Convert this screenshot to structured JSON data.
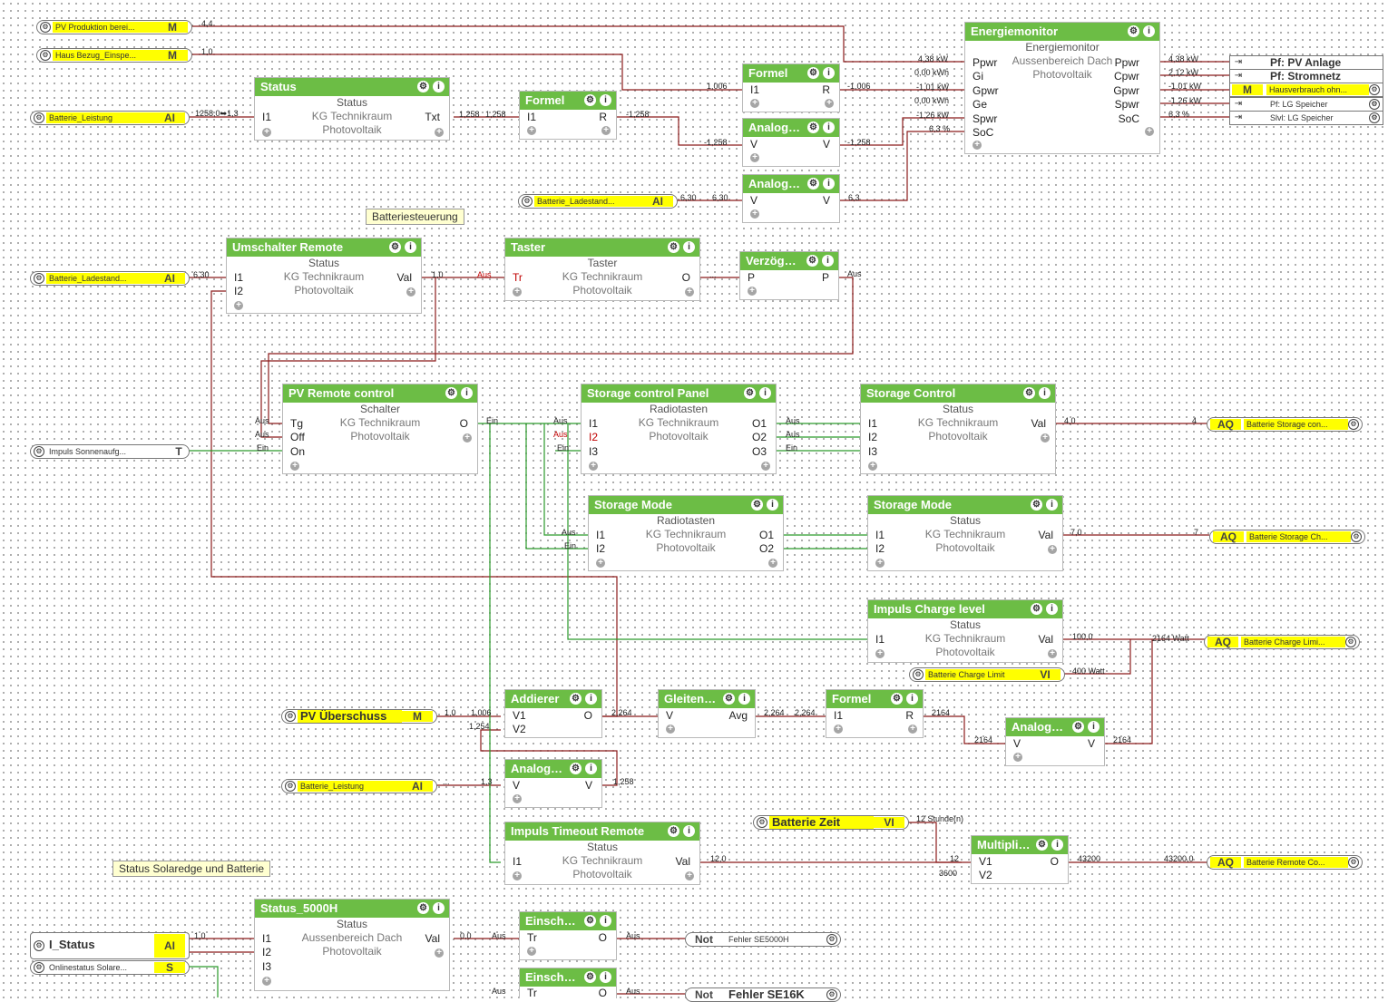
{
  "inputs": [
    {
      "name": "PV Produktion berei...",
      "tag": "M"
    },
    {
      "name": "Haus Bezug_Einspe...",
      "tag": "M"
    },
    {
      "name": "Batterie_Leistung",
      "tag": "AI"
    },
    {
      "name": "Batterie_Ladestand...",
      "tag": "AI"
    },
    {
      "name": "Batterie_Ladestand...",
      "tag": "AI"
    },
    {
      "name": "Impuls Sonnenaufg...",
      "tag": "T"
    },
    {
      "name": "PV Überschuss",
      "tag": "M"
    },
    {
      "name": "Batterie_Leistung",
      "tag": "AI"
    },
    {
      "name": "Batterie Zeit",
      "tag": "VI"
    },
    {
      "name": "Batterie Charge Limit",
      "tag": "VI"
    },
    {
      "name": "I_Status",
      "tag": "AI"
    },
    {
      "name": "Onlinestatus Solare...",
      "tag": "S"
    }
  ],
  "outputs": [
    {
      "tag": "AQ",
      "name": "Batterie Storage con..."
    },
    {
      "tag": "AQ",
      "name": "Batterie Storage Ch..."
    },
    {
      "tag": "AQ",
      "name": "Batterie Charge Limi..."
    },
    {
      "tag": "AQ",
      "name": "Batterie Remote Co..."
    },
    {
      "tag": "Not",
      "name": "Fehler SE5000H"
    },
    {
      "tag": "Not",
      "name": "Fehler SE16K"
    }
  ],
  "pf_outputs": [
    {
      "name": "Pf: PV Anlage"
    },
    {
      "name": "Pf: Stromnetz"
    },
    {
      "tag": "M",
      "name": "Hausverbrauch ohn..."
    },
    {
      "name": "Pf: LG Speicher"
    },
    {
      "name": "Slvl: LG Speicher"
    }
  ],
  "comments": [
    "Batteriesteuerung",
    "Status Solaredge und Batterie"
  ],
  "blocks": [
    {
      "title": "Status",
      "type": "Status",
      "room": "KG Technikraum",
      "cat": "Photovoltaik",
      "pins_in": [
        "I1"
      ],
      "pins_out": [
        "Txt"
      ]
    },
    {
      "title": "Formel",
      "type": "",
      "room": "",
      "cat": "",
      "pins_in": [
        "I1"
      ],
      "pins_out": [
        "R"
      ]
    },
    {
      "title": "Formel",
      "type": "",
      "room": "",
      "cat": "",
      "pins_in": [
        "I1"
      ],
      "pins_out": [
        "R"
      ]
    },
    {
      "title": "Analog…",
      "type": "",
      "room": "",
      "cat": "",
      "pins_in": [
        "V"
      ],
      "pins_out": [
        "V"
      ]
    },
    {
      "title": "Analog…",
      "type": "",
      "room": "",
      "cat": "",
      "pins_in": [
        "V"
      ],
      "pins_out": [
        "V"
      ]
    },
    {
      "title": "Energiemonitor",
      "type": "Energiemonitor",
      "room": "Aussenbereich Dach",
      "cat": "Photovoltaik",
      "pins_in": [
        "Ppwr",
        "Gi",
        "Gpwr",
        "Ge",
        "Spwr",
        "SoC"
      ],
      "pins_out": [
        "Ppwr",
        "Cpwr",
        "Gpwr",
        "Spwr",
        "SoC"
      ]
    },
    {
      "title": "Umschalter Remote",
      "type": "Status",
      "room": "KG Technikraum",
      "cat": "Photovoltaik",
      "pins_in": [
        "I1",
        "I2"
      ],
      "pins_out": [
        "Val"
      ]
    },
    {
      "title": "Taster",
      "type": "Taster",
      "room": "KG Technikraum",
      "cat": "Photovoltaik",
      "pins_in": [
        "Tr"
      ],
      "pins_out": [
        "O"
      ]
    },
    {
      "title": "Verzög…",
      "type": "",
      "room": "",
      "cat": "",
      "pins_in": [
        "P"
      ],
      "pins_out": [
        "P"
      ]
    },
    {
      "title": "PV Remote control",
      "type": "Schalter",
      "room": "KG Technikraum",
      "cat": "Photovoltaik",
      "pins_in": [
        "Tg",
        "Off",
        "On"
      ],
      "pins_out": [
        "O"
      ]
    },
    {
      "title": "Storage control Panel",
      "type": "Radiotasten",
      "room": "KG Technikraum",
      "cat": "Photovoltaik",
      "pins_in": [
        "I1",
        "I2",
        "I3"
      ],
      "pins_out": [
        "O1",
        "O2",
        "O3"
      ]
    },
    {
      "title": "Storage Control",
      "type": "Status",
      "room": "KG Technikraum",
      "cat": "Photovoltaik",
      "pins_in": [
        "I1",
        "I2",
        "I3"
      ],
      "pins_out": [
        "Val"
      ]
    },
    {
      "title": "Storage Mode",
      "type": "Radiotasten",
      "room": "KG Technikraum",
      "cat": "Photovoltaik",
      "pins_in": [
        "I1",
        "I2"
      ],
      "pins_out": [
        "O1",
        "O2"
      ]
    },
    {
      "title": "Storage Mode",
      "type": "Status",
      "room": "KG Technikraum",
      "cat": "Photovoltaik",
      "pins_in": [
        "I1",
        "I2"
      ],
      "pins_out": [
        "Val"
      ]
    },
    {
      "title": "Impuls Charge level",
      "type": "Status",
      "room": "KG Technikraum",
      "cat": "Photovoltaik",
      "pins_in": [
        "I1"
      ],
      "pins_out": [
        "Val"
      ]
    },
    {
      "title": "Addierer",
      "type": "",
      "room": "",
      "cat": "",
      "pins_in": [
        "V1",
        "V2"
      ],
      "pins_out": [
        "O"
      ]
    },
    {
      "title": "Gleiten…",
      "type": "",
      "room": "",
      "cat": "",
      "pins_in": [
        "V"
      ],
      "pins_out": [
        "Avg"
      ]
    },
    {
      "title": "Formel",
      "type": "",
      "room": "",
      "cat": "",
      "pins_in": [
        "I1"
      ],
      "pins_out": [
        "R"
      ]
    },
    {
      "title": "Analog…",
      "type": "",
      "room": "",
      "cat": "",
      "pins_in": [
        "V"
      ],
      "pins_out": [
        "V"
      ]
    },
    {
      "title": "Analog…",
      "type": "",
      "room": "",
      "cat": "",
      "pins_in": [
        "V"
      ],
      "pins_out": [
        "V"
      ]
    },
    {
      "title": "Impuls Timeout Remote",
      "type": "Status",
      "room": "KG Technikraum",
      "cat": "Photovoltaik",
      "pins_in": [
        "I1"
      ],
      "pins_out": [
        "Val"
      ]
    },
    {
      "title": "Multipli…",
      "type": "",
      "room": "",
      "cat": "",
      "pins_in": [
        "V1",
        "V2"
      ],
      "pins_out": [
        "O"
      ]
    },
    {
      "title": "Status_5000H",
      "type": "Status",
      "room": "Aussenbereich Dach",
      "cat": "Photovoltaik",
      "pins_in": [
        "I1",
        "I2",
        "I3"
      ],
      "pins_out": [
        "Val"
      ]
    },
    {
      "title": "Einsch…",
      "type": "",
      "room": "",
      "cat": "",
      "pins_in": [
        "Tr"
      ],
      "pins_out": [
        "O"
      ]
    },
    {
      "title": "Einsch…",
      "type": "",
      "room": "",
      "cat": "",
      "pins_in": [
        "Tr"
      ],
      "pins_out": [
        "O"
      ]
    }
  ],
  "wire_labels": [
    "4,4",
    "1,0",
    "1258,0➡1,3",
    "1,258",
    "1,258",
    "-1,258",
    "1,006",
    "-1,006",
    "-1,258",
    "-1,258",
    "6,30",
    "6,30",
    "6,3",
    "4,38 kW",
    "0,00 kWh",
    "-1,01 kW",
    "0,00 kWh",
    "-1,26 kW",
    "6,3 %",
    "4,38 kW",
    "2,12 kW",
    "-1,01 kW",
    "-1,26 kW",
    "6,3 %",
    "6,30",
    "1,0",
    "Aus",
    "...",
    "Aus",
    "Aus",
    "Aus",
    "Ein",
    "Ein",
    "Aus",
    "Aus",
    "Ein",
    "Aus",
    "Aus",
    "Ein",
    "4,0",
    "4",
    "Aus",
    "Ein",
    "7,0",
    "7",
    "100,0",
    "2164 Watt",
    "400 Watt",
    "1,0",
    "1,006",
    "1,254",
    "2,264",
    "2,264",
    "2,264",
    "2164",
    "2164",
    "2164",
    "...",
    "1,3",
    "1,258",
    "12,0",
    "12 Stunde(n)",
    "12",
    "3600",
    "43200",
    "43200,0",
    "1,0",
    "0,0",
    "Aus",
    "Aus",
    "Aus",
    "Aus"
  ],
  "colors": {
    "header": "#6cbd45",
    "wire_bool": "#2a9a2a",
    "wire_analog": "#8b1a1a",
    "tag_bg": "#ffff00",
    "comment_bg": "#ffffd0"
  },
  "icons": [
    "gear-icon",
    "info-icon",
    "plus-icon"
  ]
}
